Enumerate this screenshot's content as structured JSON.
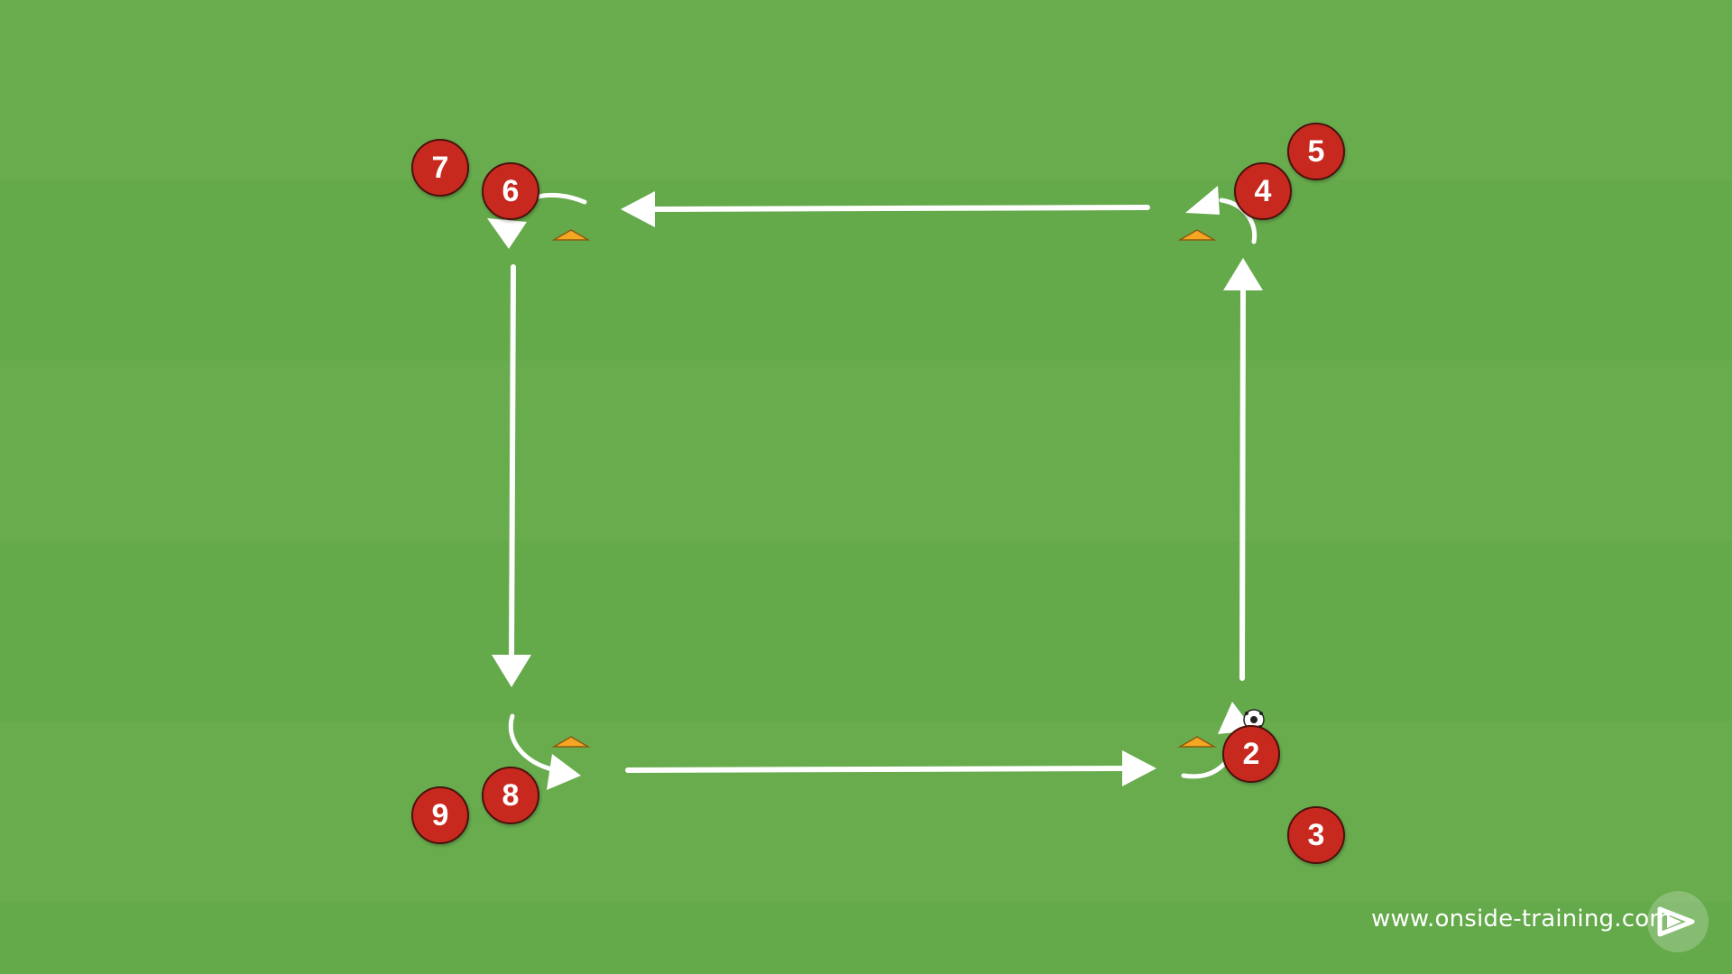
{
  "colors": {
    "grass_light": "#6aae50",
    "grass_dark": "#5fa346",
    "player": "#c8291f",
    "cone": "#f5a623",
    "chalk": "#ffffff"
  },
  "players": [
    {
      "id": "p2",
      "number": "2"
    },
    {
      "id": "p3",
      "number": "3"
    },
    {
      "id": "p4",
      "number": "4"
    },
    {
      "id": "p5",
      "number": "5"
    },
    {
      "id": "p6",
      "number": "6"
    },
    {
      "id": "p7",
      "number": "7"
    },
    {
      "id": "p8",
      "number": "8"
    },
    {
      "id": "p9",
      "number": "9"
    }
  ],
  "cones": 4,
  "ball": "soccer-ball-icon",
  "brand": {
    "url": "www.onside-training.com",
    "logo": "onside-logo-icon"
  }
}
